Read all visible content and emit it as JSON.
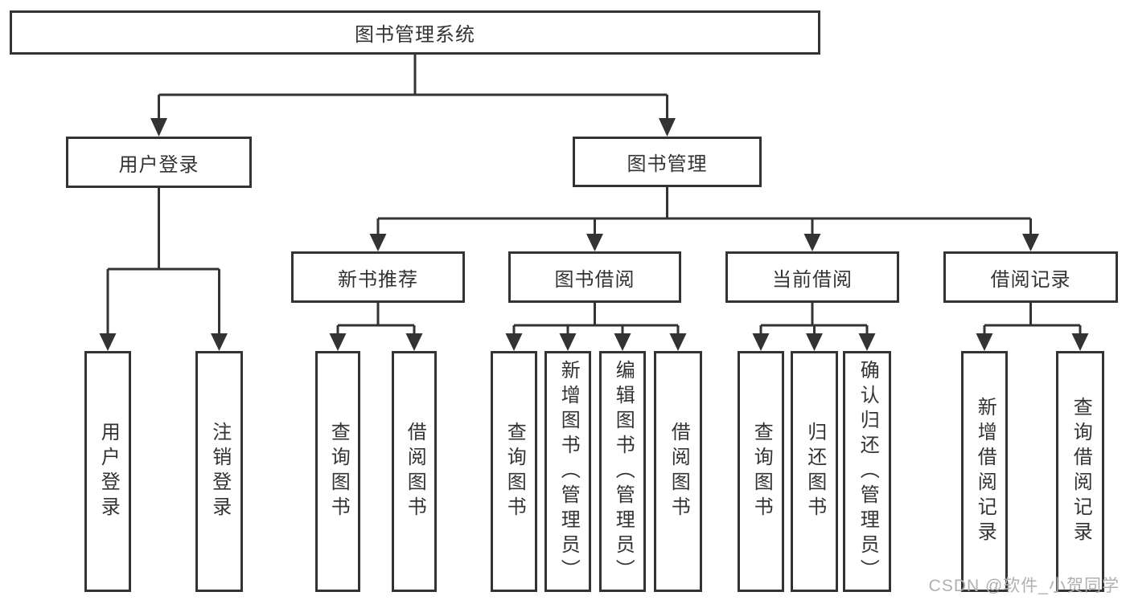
{
  "tree": {
    "root": {
      "label": "图书管理系统"
    },
    "children": [
      {
        "label": "用户登录",
        "children": [
          {
            "label": "用户登录"
          },
          {
            "label": "注销登录"
          }
        ]
      },
      {
        "label": "图书管理",
        "children": [
          {
            "label": "新书推荐",
            "children": [
              {
                "label": "查询图书"
              },
              {
                "label": "借阅图书"
              }
            ]
          },
          {
            "label": "图书借阅",
            "children": [
              {
                "label": "查询图书"
              },
              {
                "label": "新增图书（管理员）"
              },
              {
                "label": "编辑图书（管理员）"
              },
              {
                "label": "借阅图书"
              }
            ]
          },
          {
            "label": "当前借阅",
            "children": [
              {
                "label": "查询图书"
              },
              {
                "label": "归还图书"
              },
              {
                "label": "确认归还（管理员）"
              }
            ]
          },
          {
            "label": "借阅记录",
            "children": [
              {
                "label": "新增借阅记录"
              },
              {
                "label": "查询借阅记录"
              }
            ]
          }
        ]
      }
    ]
  },
  "watermark": {
    "text": "CSDN @软件_小贺同学"
  },
  "colors": {
    "line": "#333333",
    "text": "#333333",
    "watermark": "#b0b0b0",
    "background": "#ffffff"
  }
}
